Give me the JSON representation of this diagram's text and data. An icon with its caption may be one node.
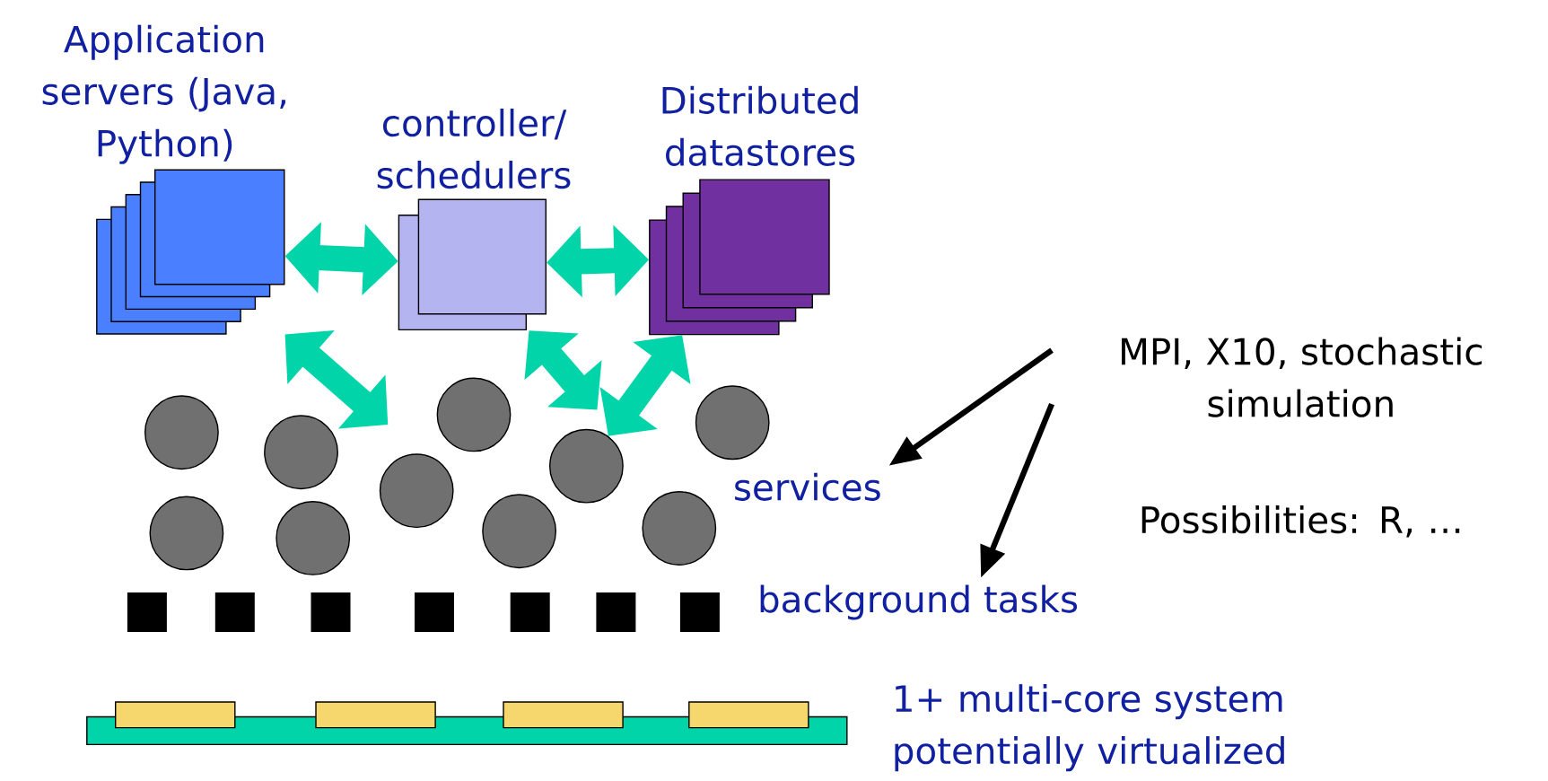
{
  "diagram": {
    "nodes": [
      {
        "text": [
          "Application servers (Java, Python)"
        ]
      },
      {
        "text": [
          "controller/ schedulers"
        ]
      },
      {
        "text": [
          "Distributed datastores"
        ]
      },
      {
        "text": [
          "MPI, X10, stochastic simulation"
        ]
      },
      {
        "text": [
          "services"
        ]
      },
      {
        "text": [
          "background tasks"
        ]
      },
      {
        "text": [],
        "shape": "circle"
      },
      {
        "text": [],
        "shape": "circle"
      },
      {
        "text": [],
        "shape": "circle"
      },
      {
        "text": [],
        "shape": "circle"
      },
      {
        "text": [],
        "shape": "circle"
      },
      {
        "text": [],
        "shape": "circle"
      },
      {
        "text": [],
        "shape": "circle"
      },
      {
        "text": [],
        "shape": "circle"
      },
      {
        "text": [],
        "shape": "circle"
      },
      {
        "text": [],
        "shape": "circle"
      },
      {
        "text": [],
        "shape": "box"
      },
      {
        "text": [],
        "shape": "box"
      },
      {
        "text": [],
        "shape": "box"
      },
      {
        "text": [],
        "shape": "box"
      },
      {
        "text": [],
        "shape": "box"
      },
      {
        "text": [],
        "shape": "box"
      },
      {
        "text": [],
        "shape": "box"
      }
    ],
    "edges": [
      {
        "from": 0,
        "to": 1,
        "arrow": "both"
      },
      {
        "from": 1,
        "to": 2,
        "arrow": "both"
      },
      {
        "from": 0,
        "to": null,
        "arrow": "both"
      },
      {
        "from": 1,
        "to": null,
        "arrow": "both"
      },
      {
        "from": 2,
        "to": 10,
        "arrow": "both"
      },
      {
        "from": 3,
        "to": 4,
        "arrow": "to",
        "color": "#000000"
      },
      {
        "from": 3,
        "to": 5,
        "arrow": "to",
        "color": "#000000"
      }
    ],
    "labels": [
      "Possibilities: R, …",
      "1+ multi-core system potentially virtualized"
    ]
  }
}
